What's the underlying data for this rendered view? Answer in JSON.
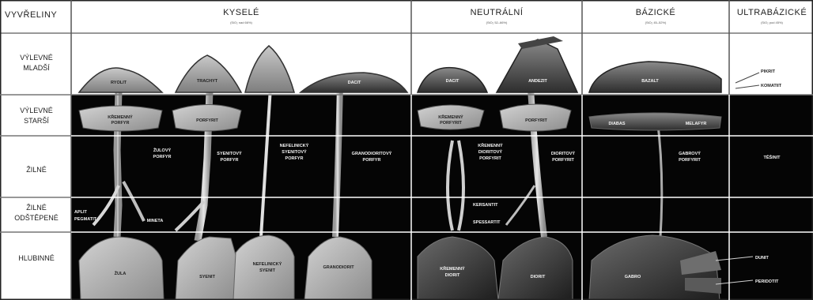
{
  "columns": {
    "corner": "VYVŘELINY",
    "kysele": {
      "name": "KYSELÉ",
      "sub": "(SiO₂ nad 66%)"
    },
    "neutralni": {
      "name": "NEUTRÁLNÍ",
      "sub": "(SiO₂ 52–66%)"
    },
    "bazicke": {
      "name": "BÁZICKÉ",
      "sub": "(SiO₂ 45–52%)"
    },
    "ultrabazicke": {
      "name": "ULTRABÁZICKÉ",
      "sub": "(SiO₂ pod 45%)"
    }
  },
  "rows": {
    "vylevne_mladsi": [
      "VÝLEVNÉ",
      "MLADŠÍ"
    ],
    "vylevne_starsi": [
      "VÝLEVNÉ",
      "STARŠÍ"
    ],
    "zilne": [
      "ŽILNÉ"
    ],
    "zilne_odstepene": [
      "ŽILNÉ",
      "ODŠTĚPENÉ"
    ],
    "hlubinne": [
      "HLUBINNÉ"
    ]
  },
  "rocks": {
    "ryolit": "RYOLIT",
    "dacit": "DACIT",
    "trachyt": "TRACHYT",
    "andezit": "ANDEZIT",
    "bazalt": "BAZALT",
    "pikrit": "PIKRIT",
    "komatiit": "KOMATIIT",
    "kremenny_porfyr": [
      "KŘEMENNÝ",
      "PORFYR"
    ],
    "kremenny_porfyrit": [
      "KŘEMENNÝ",
      "PORFYRIT"
    ],
    "porfyrit": "PORFYRIT",
    "diabas": "DIABAS",
    "melafyr": "MELAFYR",
    "zulovy_porfyr": [
      "ŽULOVÝ",
      "PORFYR"
    ],
    "syenitovy_porfyr": [
      "SYENITOVÝ",
      "PORFYR"
    ],
    "nefelinicky_syenitovy_porfyr": [
      "NEFELINICKÝ",
      "SYENITOVÝ",
      "PORFYR"
    ],
    "granodioritovy_porfyr": [
      "GRANODIORITOVÝ",
      "PORFYR"
    ],
    "kremenny_dioritovy_porfyr": [
      "KŘEMENNÝ",
      "DIORITOVÝ",
      "PORFYRIT"
    ],
    "dioritovy_porfyrit": [
      "DIORITOVÝ",
      "PORFYRIT"
    ],
    "gabrovy_porfyrit": [
      "GABROVÝ",
      "PORFYRIT"
    ],
    "tesinit": "TĚŠINIT",
    "aplit_pegmatit": [
      "APLIT",
      "PEGMATIT"
    ],
    "mineta": "MINETA",
    "kersantit": "KERSANTIT",
    "spessartit": "SPESSARTIT",
    "zula": "ŽULA",
    "syenit": "SYENIT",
    "nefelinicky_syenit": [
      "NEFELINICKÝ",
      "SYENIT"
    ],
    "granodiorit": "GRANODIORIT",
    "kremenny_diorit": [
      "KŘEMENNÝ",
      "DIORIT"
    ],
    "diorit": "DIORIT",
    "gabro": "GABRO",
    "dunit": "DUNIT",
    "peridotit": "PERIDOTIT"
  },
  "colors": {
    "grid": "#ffffff",
    "frame": "#222222",
    "deep_band": "#050505",
    "header_bg": "#ffffff"
  }
}
